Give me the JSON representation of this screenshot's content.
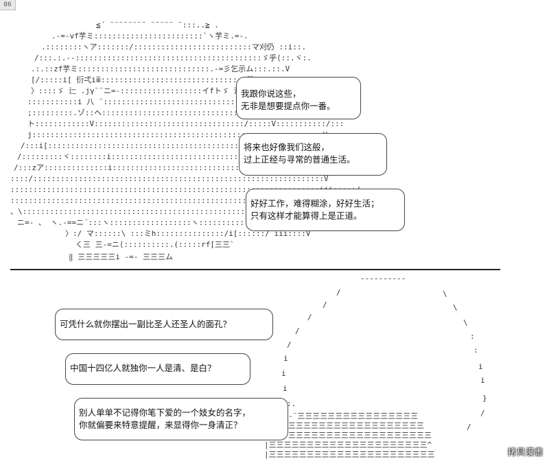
{
  "page_number": "86",
  "top_panel": {
    "bubbles": [
      {
        "lines": [
          "我跟你说这些，",
          "无非是想要提点你一番。"
        ]
      },
      {
        "lines": [
          "将来也好像我们这般，",
          "过上正经与寻常的普通生活。"
        ]
      },
      {
        "lines": [
          "好好工作，难得糊涂，好好生活；",
          "只有这样才能算得上是正道。"
        ]
      }
    ]
  },
  "bottom_panel": {
    "bubbles": [
      {
        "lines": [
          "可凭什么就你摆出一副比圣人还圣人的面孔？"
        ]
      },
      {
        "lines": [
          "中国十四亿人就独你一人是清、是白？"
        ]
      },
      {
        "lines": [
          "别人单单不记得你笔下爱的一个妓女的名字，",
          "你就偏要来特意提醒，来显得你一身清正？"
        ]
      }
    ]
  },
  "watermark": "拷貝漫畫"
}
